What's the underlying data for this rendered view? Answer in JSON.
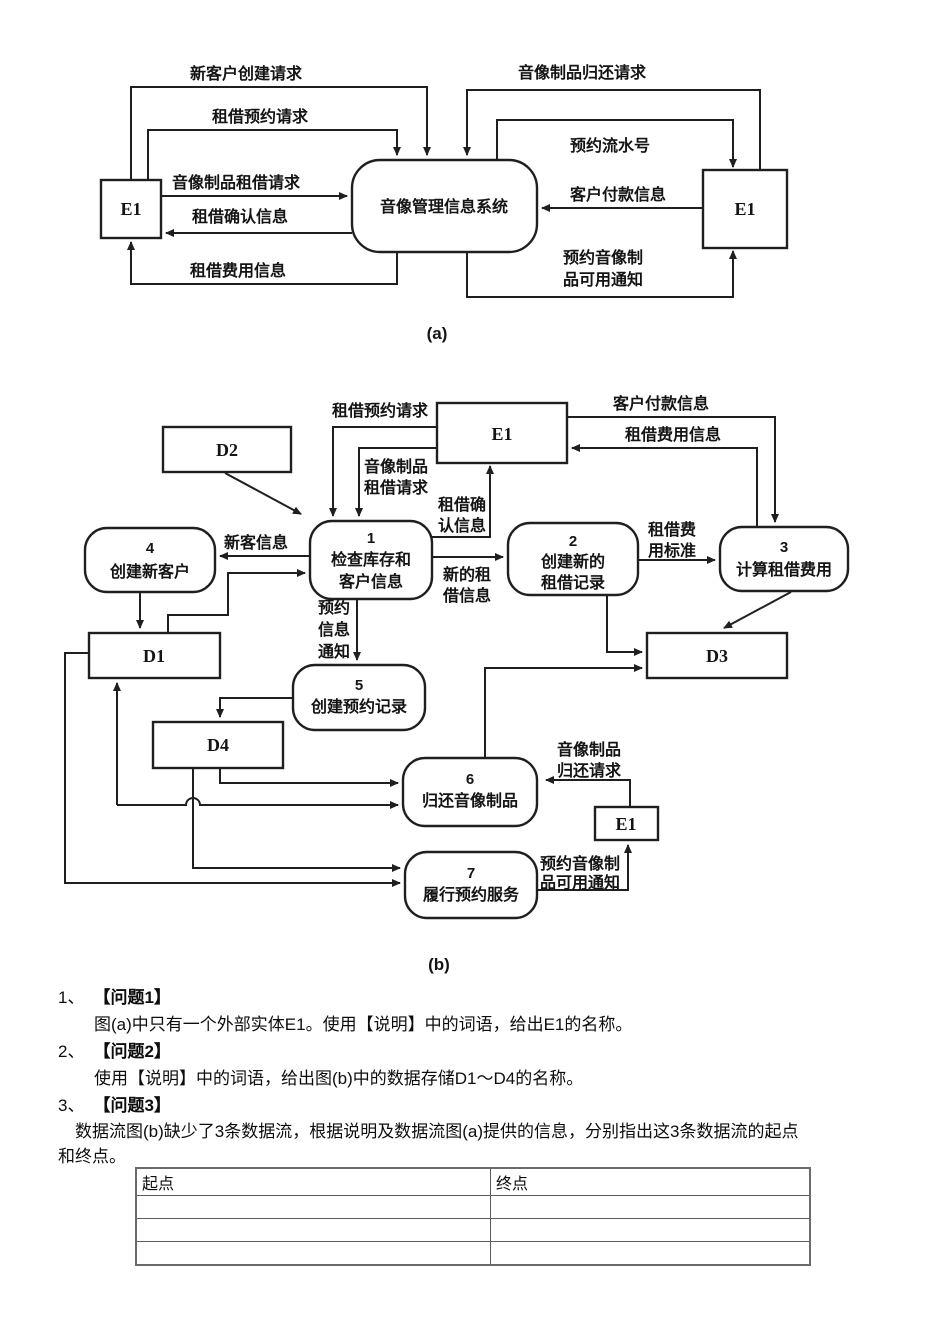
{
  "diagram_a": {
    "caption": "(a)",
    "entity_left": "E1",
    "entity_right": "E1",
    "process_name": "音像管理信息系统",
    "flows": {
      "new_customer_create_request": "新客户创建请求",
      "rental_reserve_request": "租借预约请求",
      "av_rental_request": "音像制品租借请求",
      "rental_confirm_info": "租借确认信息",
      "rental_fee_info": "租借费用信息",
      "av_return_request": "音像制品归还请求",
      "reserve_serial_no": "预约流水号",
      "customer_payment_info": "客户付款信息",
      "reserved_av_notice": [
        "预约音像制",
        "品可用通知"
      ]
    }
  },
  "diagram_b": {
    "caption": "(b)",
    "entity_top": "E1",
    "entity_bottom": "E1",
    "stores": {
      "d1": "D1",
      "d2": "D2",
      "d3": "D3",
      "d4": "D4"
    },
    "processes": {
      "p1": {
        "num": "1",
        "lines": [
          "检查库存和",
          "客户信息"
        ]
      },
      "p2": {
        "num": "2",
        "lines": [
          "创建新的",
          "租借记录"
        ]
      },
      "p3": {
        "num": "3",
        "lines": [
          "计算租借费用"
        ]
      },
      "p4": {
        "num": "4",
        "lines": [
          "创建新客户"
        ]
      },
      "p5": {
        "num": "5",
        "lines": [
          "创建预约记录"
        ]
      },
      "p6": {
        "num": "6",
        "lines": [
          "归还音像制品"
        ]
      },
      "p7": {
        "num": "7",
        "lines": [
          "履行预约服务"
        ]
      }
    },
    "flows": {
      "rental_reserve_request": "租借预约请求",
      "av_rental_request": [
        "音像制品",
        "租借请求"
      ],
      "rental_confirm_info": [
        "租借确",
        "认信息"
      ],
      "new_customer_info": "新客信息",
      "new_rental_info": [
        "新的租",
        "借信息"
      ],
      "rental_fee_standard": [
        "租借费",
        "用标准"
      ],
      "customer_payment_info": "客户付款信息",
      "rental_fee_info": "租借费用信息",
      "reserve_info_notice": [
        "预约",
        "信息",
        "通知"
      ],
      "av_return_request": [
        "音像制品",
        "归还请求"
      ],
      "reserved_av_notice": [
        "预约音像制",
        "品可用通知"
      ]
    }
  },
  "questions": {
    "q1": {
      "no": "1、",
      "title": "【问题1】",
      "body": "图(a)中只有一个外部实体E1。使用【说明】中的词语，给出E1的名称。"
    },
    "q2": {
      "no": "2、",
      "title": "【问题2】",
      "body": "使用【说明】中的词语，给出图(b)中的数据存储D1～D4的名称。"
    },
    "q3": {
      "no": "3、",
      "title": "【问题3】",
      "body": "数据流图(b)缺少了3条数据流，根据说明及数据流图(a)提供的信息，分别指出这3条数据流的起点和终点。"
    }
  },
  "answer_table": {
    "headers": [
      "起点",
      "终点"
    ]
  }
}
